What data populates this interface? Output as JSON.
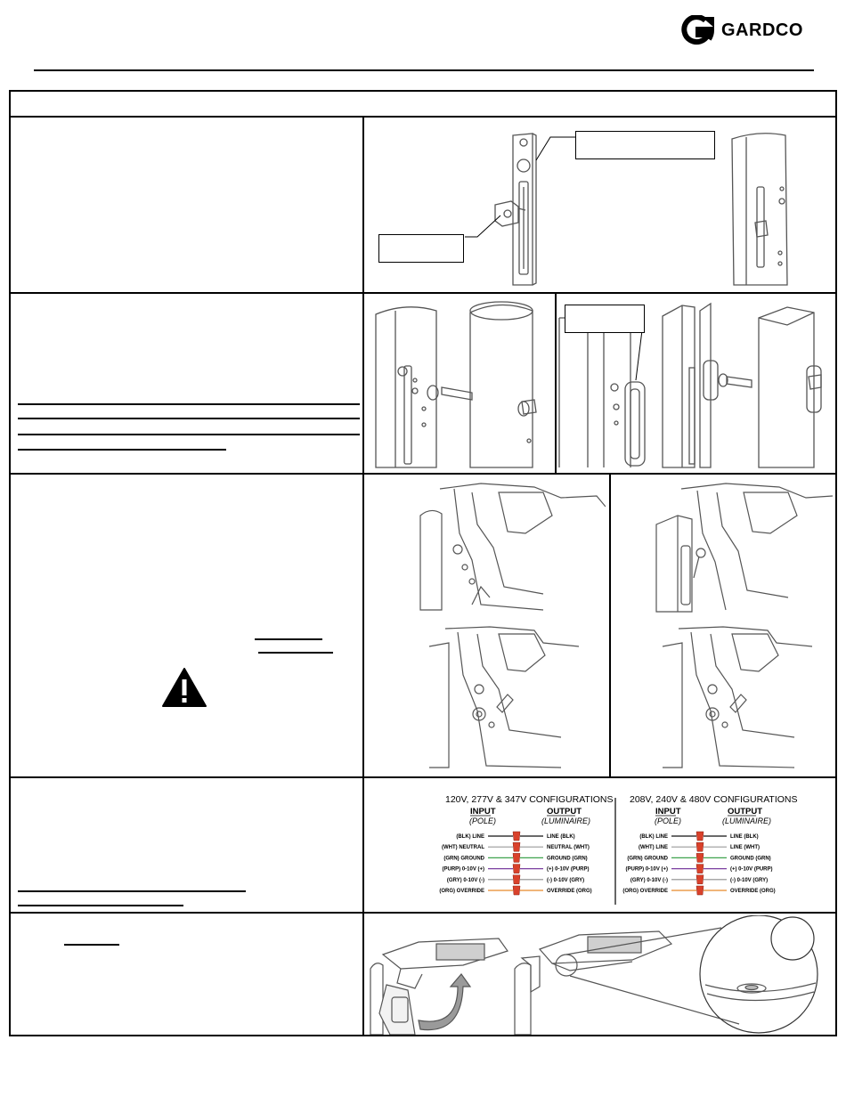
{
  "brand": {
    "name": "GARDCO",
    "logo_icon": "gardco-g-arrow-icon"
  },
  "warning_icon": "warning-triangle-icon",
  "wiring": {
    "left": {
      "title": "120V, 277V & 347V CONFIGURATIONS",
      "input": "INPUT",
      "input_sub": "(POLE)",
      "output": "OUTPUT",
      "output_sub": "(LUMINAIRE)",
      "rows": [
        {
          "in": "(BLK) LINE",
          "out": "LINE (BLK)",
          "color": "#111111"
        },
        {
          "in": "(WHT) NEUTRAL",
          "out": "NEUTRAL (WHT)",
          "color": "#9a9a9a"
        },
        {
          "in": "(GRN) GROUND",
          "out": "GROUND (GRN)",
          "color": "#3fa34d"
        },
        {
          "in": "(PURP) 0-10V (+)",
          "out": "(+) 0-10V (PURP)",
          "color": "#7b3fa0"
        },
        {
          "in": "(GRY) 0-10V (-)",
          "out": "(-) 0-10V (GRY)",
          "color": "#8c8c8c"
        },
        {
          "in": "(ORG) OVERRIDE",
          "out": "OVERRIDE (ORG)",
          "color": "#e8892b"
        }
      ]
    },
    "right": {
      "title": "208V, 240V & 480V CONFIGURATIONS",
      "input": "INPUT",
      "input_sub": "(POLE)",
      "output": "OUTPUT",
      "output_sub": "(LUMINAIRE)",
      "rows": [
        {
          "in": "(BLK) LINE",
          "out": "LINE (BLK)",
          "color": "#111111"
        },
        {
          "in": "(WHT) LINE",
          "out": "LINE (WHT)",
          "color": "#9a9a9a"
        },
        {
          "in": "(GRN) GROUND",
          "out": "GROUND (GRN)",
          "color": "#3fa34d"
        },
        {
          "in": "(PURP) 0-10V (+)",
          "out": "(+) 0-10V (PURP)",
          "color": "#7b3fa0"
        },
        {
          "in": "(GRY) 0-10V (-)",
          "out": "(-) 0-10V (GRY)",
          "color": "#8c8c8c"
        },
        {
          "in": "(ORG) OVERRIDE",
          "out": "OVERRIDE (ORG)",
          "color": "#e8892b"
        }
      ]
    },
    "wire_nut_color": "#d9412b"
  },
  "colors": {
    "line": "#000000",
    "drawing": "#555555",
    "arrow_fill": "#9a9a9a"
  }
}
